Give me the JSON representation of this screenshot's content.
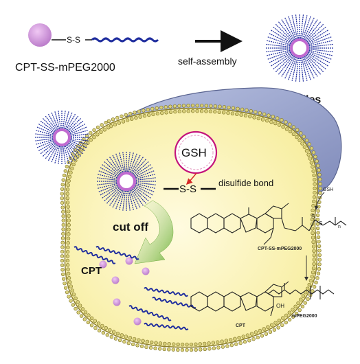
{
  "labels": {
    "conjugate": "CPT-SS-mPEG2000",
    "ss_link": "S-S",
    "self_assembly": "self-assembly",
    "micelles": "Micelles",
    "gsh": "GSH",
    "ss_bond": "S-S",
    "disulfide_bond": "disulfide bond",
    "cut_off": "cut off",
    "cpt_released": "CPT",
    "chem_gsh": "GSH",
    "chem_s": "S",
    "chem_s2": "S",
    "chem_n": "n",
    "chem_conjugate": "CPT-SS-mPEG2000",
    "chem_cpt": "CPT",
    "chem_oh": "OH",
    "chem_mpeg": "mPEG2000"
  },
  "colors": {
    "cpt_sphere": "#cc88d8",
    "peg_chain": "#1f2d9e",
    "cell_fill": "#fdf7c4",
    "cell_membrane": "#a69a37",
    "nucleus_fill": "#8f9bc4",
    "cut_arrow": "#7fbf3f",
    "gsh_ring": "#c4157c",
    "red_arrow": "#d62828"
  }
}
